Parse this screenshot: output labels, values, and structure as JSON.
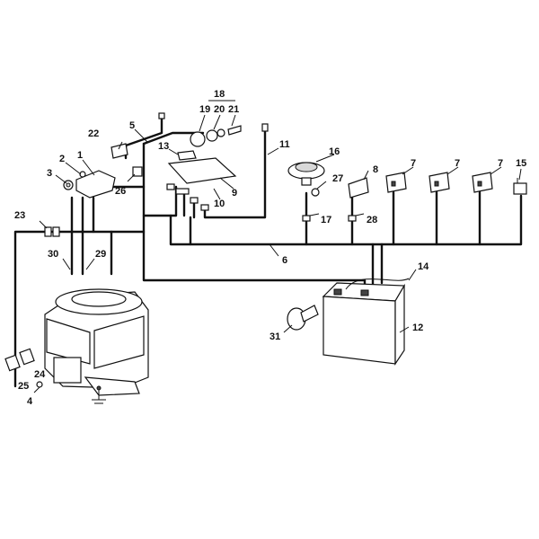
{
  "labels": {
    "l1": "1",
    "l2": "2",
    "l3": "3",
    "l4": "4",
    "l5": "5",
    "l6": "6",
    "l7a": "7",
    "l7b": "7",
    "l7c": "7",
    "l8": "8",
    "l9": "9",
    "l10": "10",
    "l11": "11",
    "l12": "12",
    "l13": "13",
    "l14": "14",
    "l15": "15",
    "l16": "16",
    "l17": "17",
    "l18": "18",
    "l19": "19",
    "l20": "20",
    "l21": "21",
    "l22": "22",
    "l23": "23",
    "l24": "24",
    "l25": "25",
    "l26": "26",
    "l27": "27",
    "l28": "28",
    "l29": "29",
    "l30": "30",
    "l31": "31"
  }
}
